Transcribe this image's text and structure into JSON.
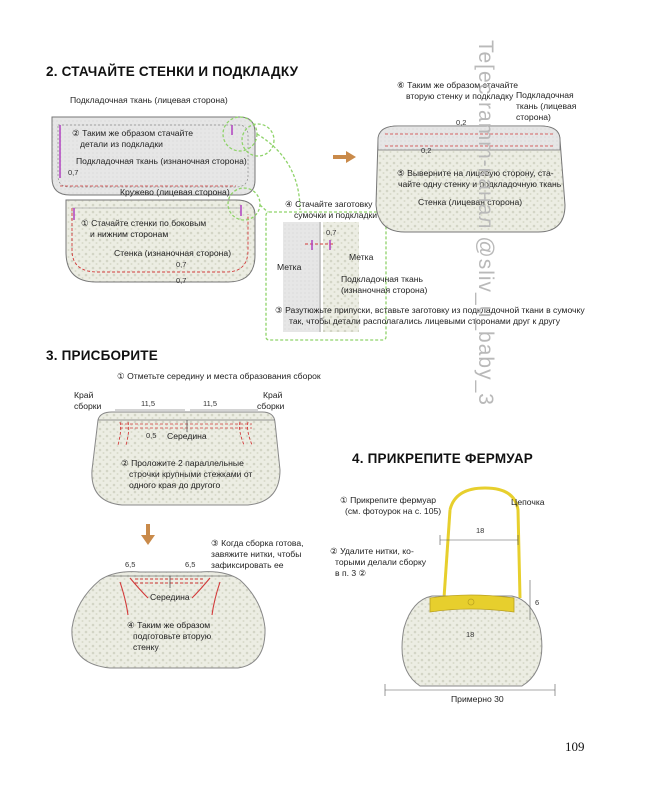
{
  "sections": {
    "s2": {
      "title": "2. СТАЧАЙТЕ СТЕНКИ И ПОДКЛАДКУ",
      "lining_face": "Подкладочная ткань (лицевая сторона)",
      "step2a": "② Таким же образом стачайте",
      "step2b": "детали из подкладки",
      "lining_back": "Подкладочная ткань (изнаночная сторона)",
      "m07a": "0,7",
      "lace": "Кружево (лицевая сторона)",
      "step1a": "① Стачайте стенки по боковым",
      "step1b": "и нижним сторонам",
      "wall_back": "Стенка (изнаночная сторона)",
      "m07b": "0,7",
      "m07c": "0,7",
      "step6a": "⑥ Таким же образом стачайте",
      "step6b": "вторую стенку и подкладку",
      "lin_face_r1": "Подкладочная",
      "lin_face_r2": "ткань (лицевая",
      "lin_face_r3": "сторона)",
      "m02a": "0,2",
      "m02b": "0,2",
      "step5a": "⑤ Выверните на лицевую сторону, ста-",
      "step5b": "чайте одну стенку и подкладочную ткань",
      "wall_face": "Стенка (лицевая сторона)",
      "step4a": "④ Стачайте заготовку",
      "step4b": "сумочки и подкладки",
      "m07d": "0,7",
      "mark_l": "Метка",
      "mark_r": "Метка",
      "lin_back_a": "Подкладочная ткань",
      "lin_back_b": "(изнаночная сторона)",
      "step3a": "③ Разутюжьте припуски, вставьте заготовку из подкладочной ткани в сумочку",
      "step3b": "так, чтобы детали располагались лицевыми сторонами друг к другу"
    },
    "s3": {
      "title": "3. ПРИСБОРИТЕ",
      "step1": "① Отметьте середину и места образования сборок",
      "edge_l1": "Край",
      "edge_l2": "сборки",
      "edge_r1": "Край",
      "edge_r2": "сборки",
      "d115a": "11,5",
      "d115b": "11,5",
      "d05": "0,5",
      "middle1": "Середина",
      "step2a": "② Проложите 2 параллельные",
      "step2b": "строчки крупными стежками от",
      "step2c": "одного края до другого",
      "step3a": "③ Когда сборка готова,",
      "step3b": "завяжите нитки, чтобы",
      "step3c": "зафиксировать ее",
      "d65a": "6,5",
      "d65b": "6,5",
      "middle2": "Середина",
      "step4a": "④ Таким же образом",
      "step4b": "подготовьте вторую",
      "step4c": "стенку"
    },
    "s4": {
      "title": "4. ПРИКРЕПИТЕ ФЕРМУАР",
      "step1a": "① Прикрепите фермуар",
      "step1b": "(см. фотоурок на с. 105)",
      "chain": "Цепочка",
      "step2a": "② Удалите нитки, ко-",
      "step2b": "торыми делали сборку",
      "step2c": "в п. 3 ②",
      "d18a": "18",
      "d18b": "18",
      "d6": "6",
      "approx": "Примерно 30"
    }
  },
  "page_number": "109",
  "watermark": "Te[ec ramm-канал @sliv_u_baby_3",
  "colors": {
    "fabric": "#e9eadf",
    "fabric_dark": "#c9cbbd",
    "outline": "#6a6a6a",
    "stitch": "#d23a3a",
    "mark": "#b040c0",
    "highlight": "#8fd36a",
    "arrow": "#c98a4a",
    "frame_gold": "#e7cf2d"
  }
}
